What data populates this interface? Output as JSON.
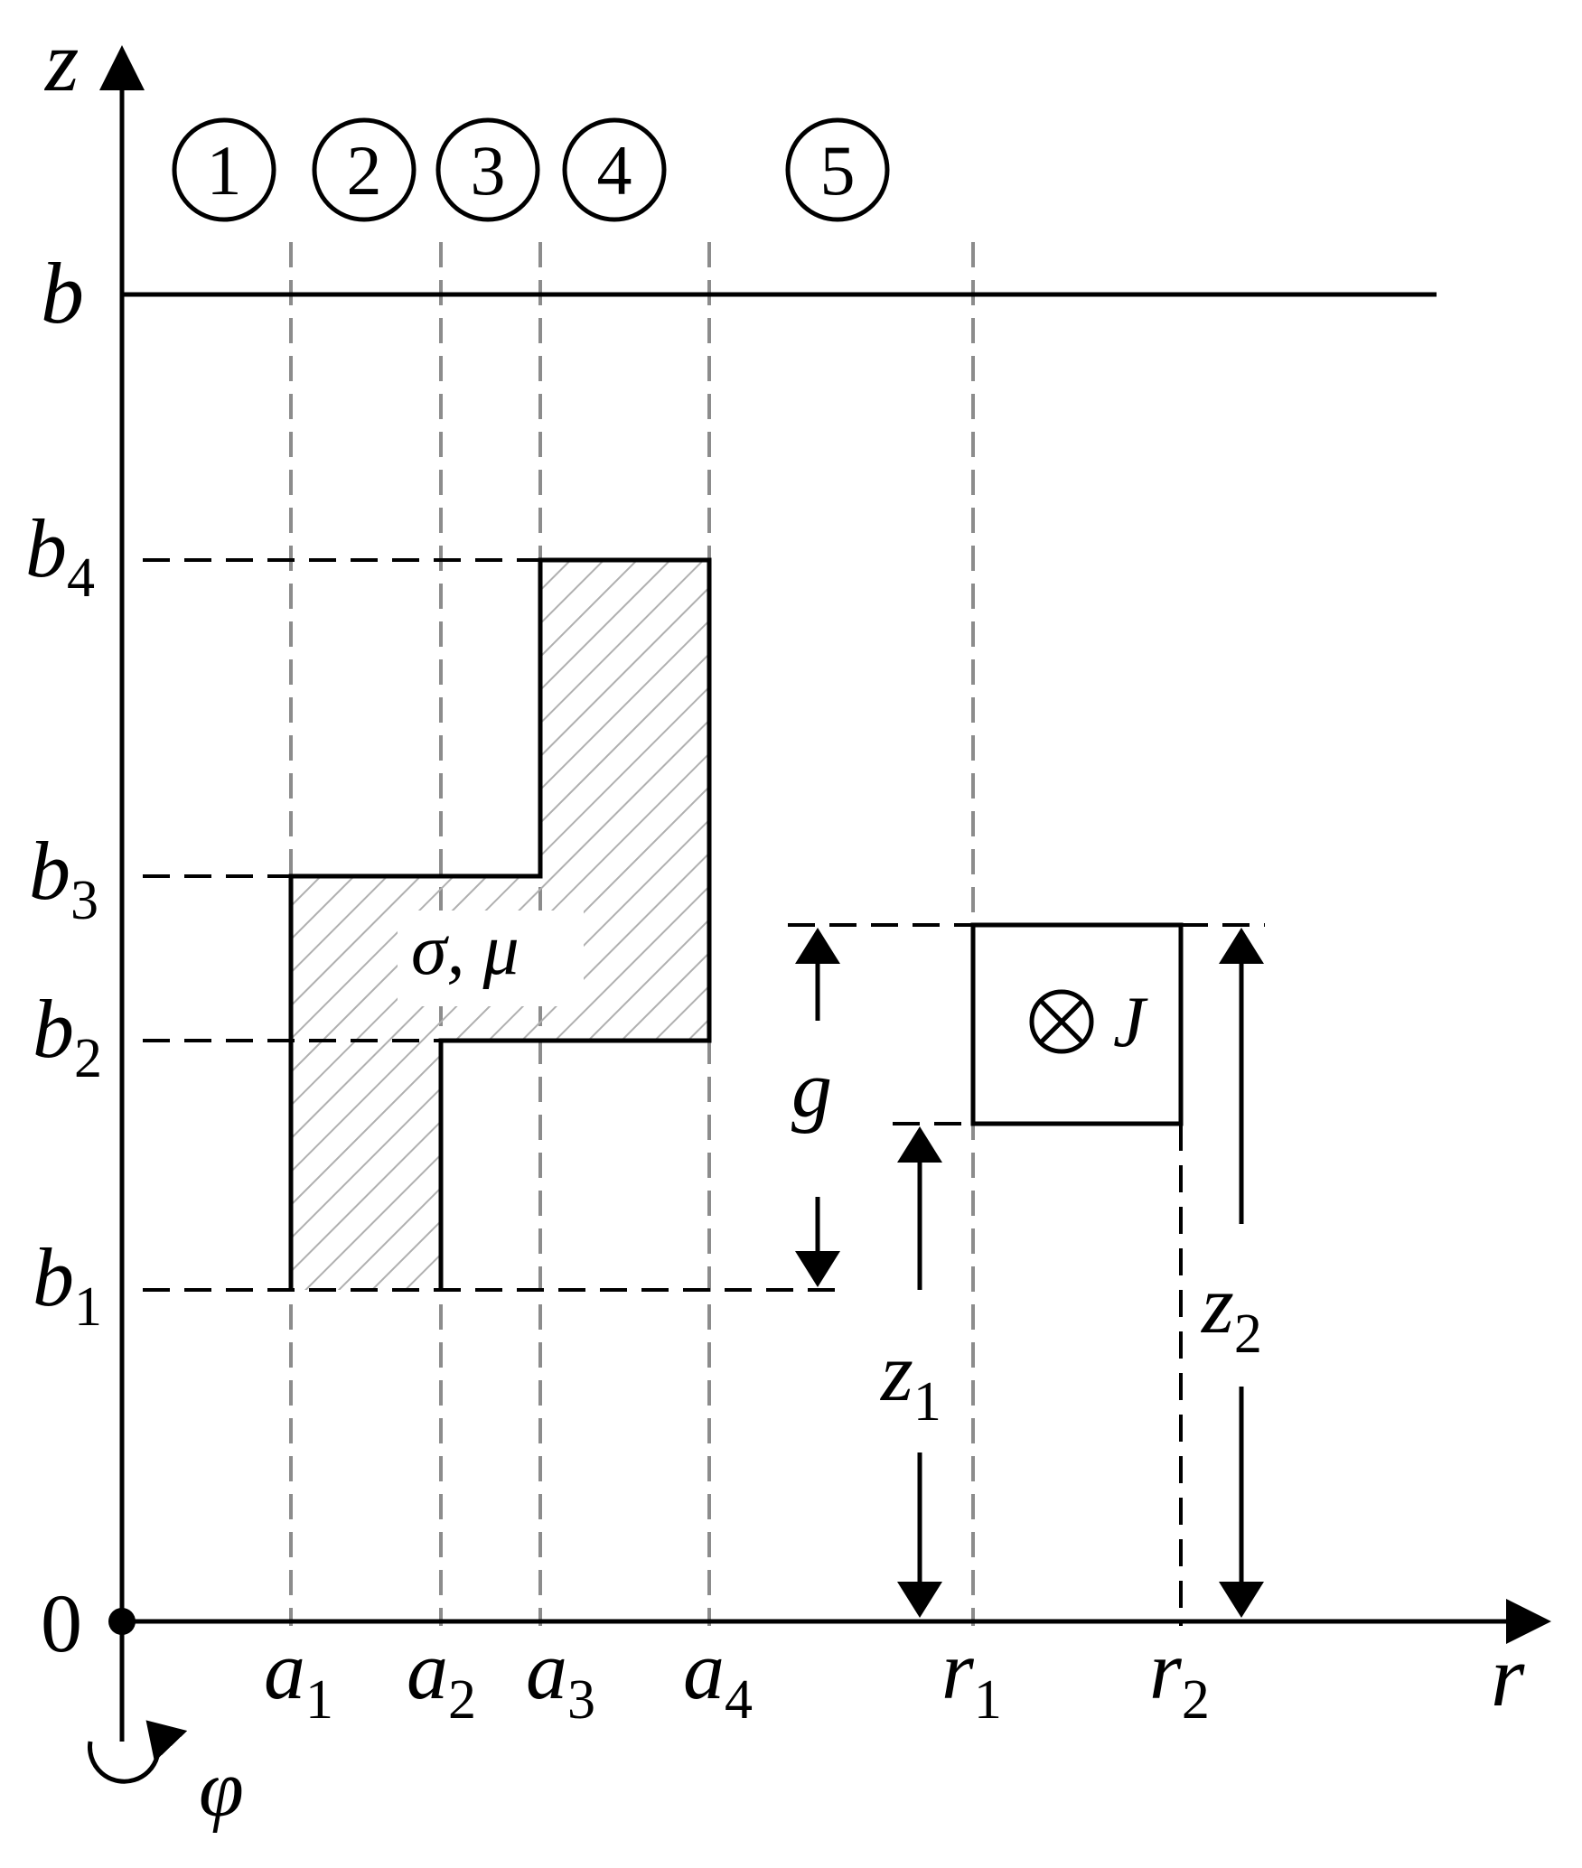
{
  "axes": {
    "z": "z",
    "r": "r",
    "origin": "0",
    "phi": "φ",
    "b": "b"
  },
  "regions": [
    "1",
    "2",
    "3",
    "4",
    "5"
  ],
  "r_ticks": [
    {
      "base": "a",
      "sub": "1"
    },
    {
      "base": "a",
      "sub": "2"
    },
    {
      "base": "a",
      "sub": "3"
    },
    {
      "base": "a",
      "sub": "4"
    },
    {
      "base": "r",
      "sub": "1"
    },
    {
      "base": "r",
      "sub": "2"
    }
  ],
  "z_ticks": [
    {
      "base": "b",
      "sub": "4"
    },
    {
      "base": "b",
      "sub": "3"
    },
    {
      "base": "b",
      "sub": "2"
    },
    {
      "base": "b",
      "sub": "1"
    }
  ],
  "material_label": "σ, μ",
  "coil_label": "J",
  "gap_label": "g",
  "z1": {
    "base": "z",
    "sub": "1"
  },
  "z2": {
    "base": "z",
    "sub": "2"
  },
  "colors": {
    "line": "#000000",
    "guide": "#8c8c8c",
    "hatch": "#b0b0b0"
  }
}
